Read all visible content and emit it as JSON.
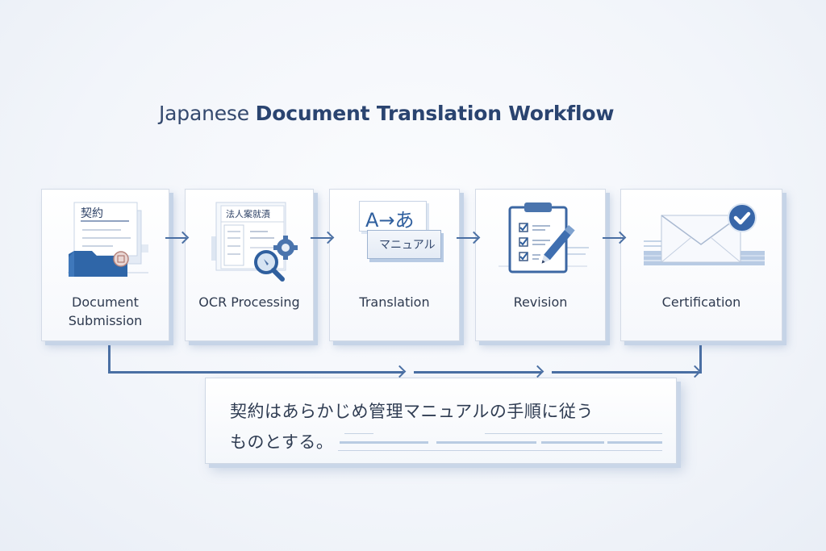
{
  "title": {
    "light": "Japanese",
    "bold": "Document Translation Workflow"
  },
  "colors": {
    "accent": "#4a6fa3",
    "dark_blue": "#2f5f9e",
    "title": "#2a4470",
    "card_shadow": "#c6d4e7",
    "background": "#f2f5fa"
  },
  "steps": [
    {
      "label": "Document Submission",
      "label_lines": [
        "Document",
        "Submission"
      ],
      "icon": "folder-contract-icon",
      "icon_text": "契約"
    },
    {
      "label": "OCR Processing",
      "icon": "ocr-scan-icon",
      "icon_text": "法人案就漬"
    },
    {
      "label": "Translation",
      "icon": "translate-icon",
      "icon_text_top": "A→あ",
      "icon_text_bottom": "マニュアル"
    },
    {
      "label": "Revision",
      "icon": "checklist-pencil-icon"
    },
    {
      "label": "Certification",
      "icon": "envelope-check-icon"
    }
  ],
  "sample_text": {
    "line1": "契約はあらかじめ管理マニュアルの手順に従う",
    "line2": "ものとする。"
  }
}
